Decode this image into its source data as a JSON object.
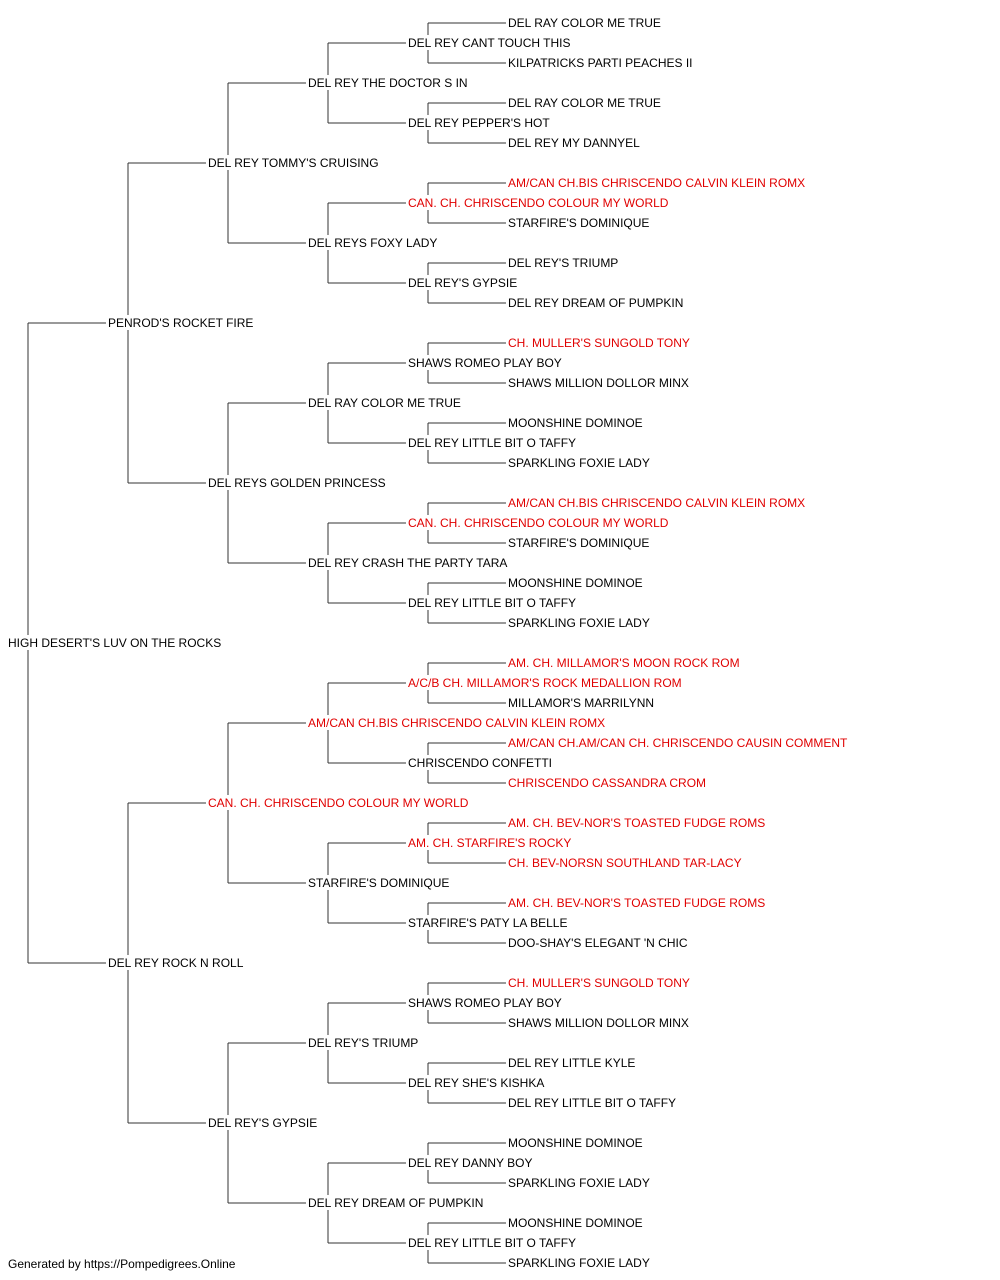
{
  "colors": {
    "normal": "#000000",
    "champion": "#e00000",
    "line": "#333333"
  },
  "pedigree": {
    "name": "HIGH DESERT'S LUV ON THE ROCKS",
    "champion": false,
    "sire": {
      "name": "PENROD'S ROCKET FIRE",
      "champion": false,
      "sire": {
        "name": "DEL REY TOMMY'S CRUISING",
        "champion": false,
        "sire": {
          "name": "DEL REY THE DOCTOR S IN",
          "champion": false,
          "sire": {
            "name": "DEL REY CANT TOUCH THIS",
            "champion": false,
            "sire": {
              "name": "DEL RAY COLOR ME TRUE",
              "champion": false
            },
            "dam": {
              "name": "KILPATRICKS PARTI PEACHES II",
              "champion": false
            }
          },
          "dam": {
            "name": "DEL REY PEPPER'S HOT",
            "champion": false,
            "sire": {
              "name": "DEL RAY COLOR ME TRUE",
              "champion": false
            },
            "dam": {
              "name": "DEL REY MY DANNYEL",
              "champion": false
            }
          }
        },
        "dam": {
          "name": "DEL REYS FOXY LADY",
          "champion": false,
          "sire": {
            "name": "CAN. CH. CHRISCENDO COLOUR MY WORLD",
            "champion": true,
            "sire": {
              "name": "AM/CAN CH.BIS CHRISCENDO CALVIN KLEIN ROMX",
              "champion": true
            },
            "dam": {
              "name": "STARFIRE'S DOMINIQUE",
              "champion": false
            }
          },
          "dam": {
            "name": "DEL REY'S GYPSIE",
            "champion": false,
            "sire": {
              "name": "DEL REY'S TRIUMP",
              "champion": false
            },
            "dam": {
              "name": "DEL REY DREAM OF PUMPKIN",
              "champion": false
            }
          }
        }
      },
      "dam": {
        "name": "DEL REYS GOLDEN PRINCESS",
        "champion": false,
        "sire": {
          "name": "DEL RAY COLOR ME TRUE",
          "champion": false,
          "sire": {
            "name": "SHAWS ROMEO PLAY BOY",
            "champion": false,
            "sire": {
              "name": "CH. MULLER'S SUNGOLD TONY",
              "champion": true
            },
            "dam": {
              "name": "SHAWS MILLION DOLLOR MINX",
              "champion": false
            }
          },
          "dam": {
            "name": "DEL REY LITTLE BIT O TAFFY",
            "champion": false,
            "sire": {
              "name": "MOONSHINE DOMINOE",
              "champion": false
            },
            "dam": {
              "name": "SPARKLING FOXIE LADY",
              "champion": false
            }
          }
        },
        "dam": {
          "name": "DEL REY CRASH THE PARTY TARA",
          "champion": false,
          "sire": {
            "name": "CAN. CH. CHRISCENDO COLOUR MY WORLD",
            "champion": true,
            "sire": {
              "name": "AM/CAN CH.BIS CHRISCENDO CALVIN KLEIN ROMX",
              "champion": true
            },
            "dam": {
              "name": "STARFIRE'S DOMINIQUE",
              "champion": false
            }
          },
          "dam": {
            "name": "DEL REY LITTLE BIT O TAFFY",
            "champion": false,
            "sire": {
              "name": "MOONSHINE DOMINOE",
              "champion": false
            },
            "dam": {
              "name": "SPARKLING FOXIE LADY",
              "champion": false
            }
          }
        }
      }
    },
    "dam": {
      "name": "DEL REY ROCK N ROLL",
      "champion": false,
      "sire": {
        "name": "CAN. CH. CHRISCENDO COLOUR MY WORLD",
        "champion": true,
        "sire": {
          "name": "AM/CAN CH.BIS CHRISCENDO CALVIN KLEIN ROMX",
          "champion": true,
          "sire": {
            "name": "A/C/B CH. MILLAMOR'S ROCK MEDALLION ROM",
            "champion": true,
            "sire": {
              "name": "AM. CH. MILLAMOR'S MOON ROCK ROM",
              "champion": true
            },
            "dam": {
              "name": "MILLAMOR'S MARRILYNN",
              "champion": false
            }
          },
          "dam": {
            "name": "CHRISCENDO CONFETTI",
            "champion": false,
            "sire": {
              "name": "AM/CAN CH.AM/CAN CH. CHRISCENDO CAUSIN COMMENT",
              "champion": true
            },
            "dam": {
              "name": "CHRISCENDO CASSANDRA CROM",
              "champion": true
            }
          }
        },
        "dam": {
          "name": "STARFIRE'S DOMINIQUE",
          "champion": false,
          "sire": {
            "name": "AM. CH. STARFIRE'S ROCKY",
            "champion": true,
            "sire": {
              "name": "AM. CH. BEV-NOR'S TOASTED FUDGE ROMS",
              "champion": true
            },
            "dam": {
              "name": "CH. BEV-NORSN SOUTHLAND TAR-LACY",
              "champion": true
            }
          },
          "dam": {
            "name": "STARFIRE'S PATY LA BELLE",
            "champion": false,
            "sire": {
              "name": "AM. CH. BEV-NOR'S TOASTED FUDGE ROMS",
              "champion": true
            },
            "dam": {
              "name": "DOO-SHAY'S ELEGANT 'N CHIC",
              "champion": false
            }
          }
        }
      },
      "dam": {
        "name": "DEL REY'S GYPSIE",
        "champion": false,
        "sire": {
          "name": "DEL REY'S TRIUMP",
          "champion": false,
          "sire": {
            "name": "SHAWS ROMEO PLAY BOY",
            "champion": false,
            "sire": {
              "name": "CH. MULLER'S SUNGOLD TONY",
              "champion": true
            },
            "dam": {
              "name": "SHAWS MILLION DOLLOR MINX",
              "champion": false
            }
          },
          "dam": {
            "name": "DEL REY SHE'S KISHKA",
            "champion": false,
            "sire": {
              "name": "DEL REY LITTLE KYLE",
              "champion": false
            },
            "dam": {
              "name": "DEL REY LITTLE BIT O TAFFY",
              "champion": false
            }
          }
        },
        "dam": {
          "name": "DEL REY DREAM OF PUMPKIN",
          "champion": false,
          "sire": {
            "name": "DEL REY DANNY BOY",
            "champion": false,
            "sire": {
              "name": "MOONSHINE DOMINOE",
              "champion": false
            },
            "dam": {
              "name": "SPARKLING FOXIE LADY",
              "champion": false
            }
          },
          "dam": {
            "name": "DEL REY LITTLE BIT O TAFFY",
            "champion": false,
            "sire": {
              "name": "MOONSHINE DOMINOE",
              "champion": false
            },
            "dam": {
              "name": "SPARKLING FOXIE LADY",
              "champion": false
            }
          }
        }
      }
    }
  },
  "footer": {
    "text": "Generated by https://Pompedigrees.Online"
  }
}
